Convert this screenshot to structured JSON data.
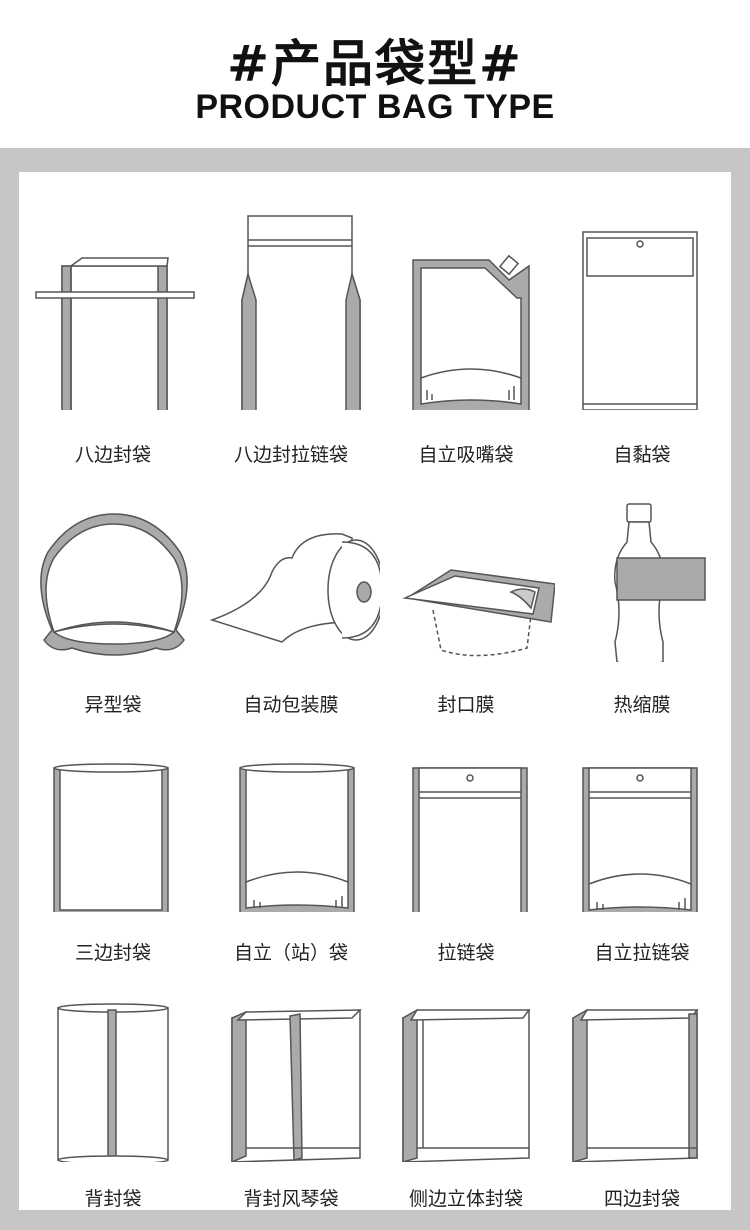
{
  "header": {
    "title_cn": "#产品袋型#",
    "title_en": "PRODUCT BAG TYPE"
  },
  "colors": {
    "frame": "#c6c6c6",
    "line": "#555555",
    "fill_gray": "#aaaaaa"
  },
  "items": [
    {
      "label": "八边封袋",
      "icon": "eight-side-seal-bag-icon"
    },
    {
      "label": "八边封拉链袋",
      "icon": "eight-side-zipper-bag-icon"
    },
    {
      "label": "自立吸嘴袋",
      "icon": "spout-pouch-icon"
    },
    {
      "label": "自黏袋",
      "icon": "self-adhesive-bag-icon"
    },
    {
      "label": "异型袋",
      "icon": "shaped-bag-icon"
    },
    {
      "label": "自动包装膜",
      "icon": "film-roll-icon"
    },
    {
      "label": "封口膜",
      "icon": "lidding-film-icon"
    },
    {
      "label": "热缩膜",
      "icon": "shrink-sleeve-bottle-icon"
    },
    {
      "label": "三边封袋",
      "icon": "three-side-seal-bag-icon"
    },
    {
      "label": "自立（站）袋",
      "icon": "stand-up-pouch-icon"
    },
    {
      "label": "拉链袋",
      "icon": "zipper-bag-icon"
    },
    {
      "label": "自立拉链袋",
      "icon": "stand-up-zipper-bag-icon"
    },
    {
      "label": "背封袋",
      "icon": "back-seal-bag-icon"
    },
    {
      "label": "背封风琴袋",
      "icon": "back-seal-gusset-bag-icon"
    },
    {
      "label": "侧边立体封袋",
      "icon": "side-gusset-bag-icon"
    },
    {
      "label": "四边封袋",
      "icon": "four-side-seal-bag-icon"
    }
  ]
}
